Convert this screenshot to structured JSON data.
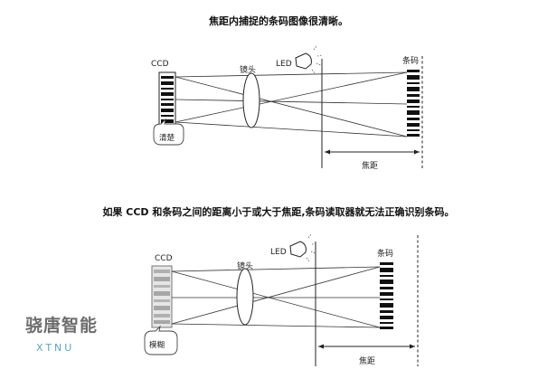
{
  "top": {
    "caption": "焦距内捕捉的条码图像很清晰。",
    "ccd_label": "CCD",
    "lens_label": "镜头",
    "led_label": "LED",
    "barcode_label": "条码",
    "sensor_label": "清楚",
    "distance_label": "焦距"
  },
  "bottom": {
    "caption": "如果 CCD 和条码之间的距离小于或大于焦距,条码读取器就无法正确识别条码。",
    "ccd_label": "CCD",
    "lens_label": "镜头",
    "led_label": "LED",
    "barcode_label": "条码",
    "sensor_label": "模糊",
    "distance_label": "焦距"
  },
  "watermark": {
    "name": "骁唐智能",
    "sub": "XTNU"
  }
}
